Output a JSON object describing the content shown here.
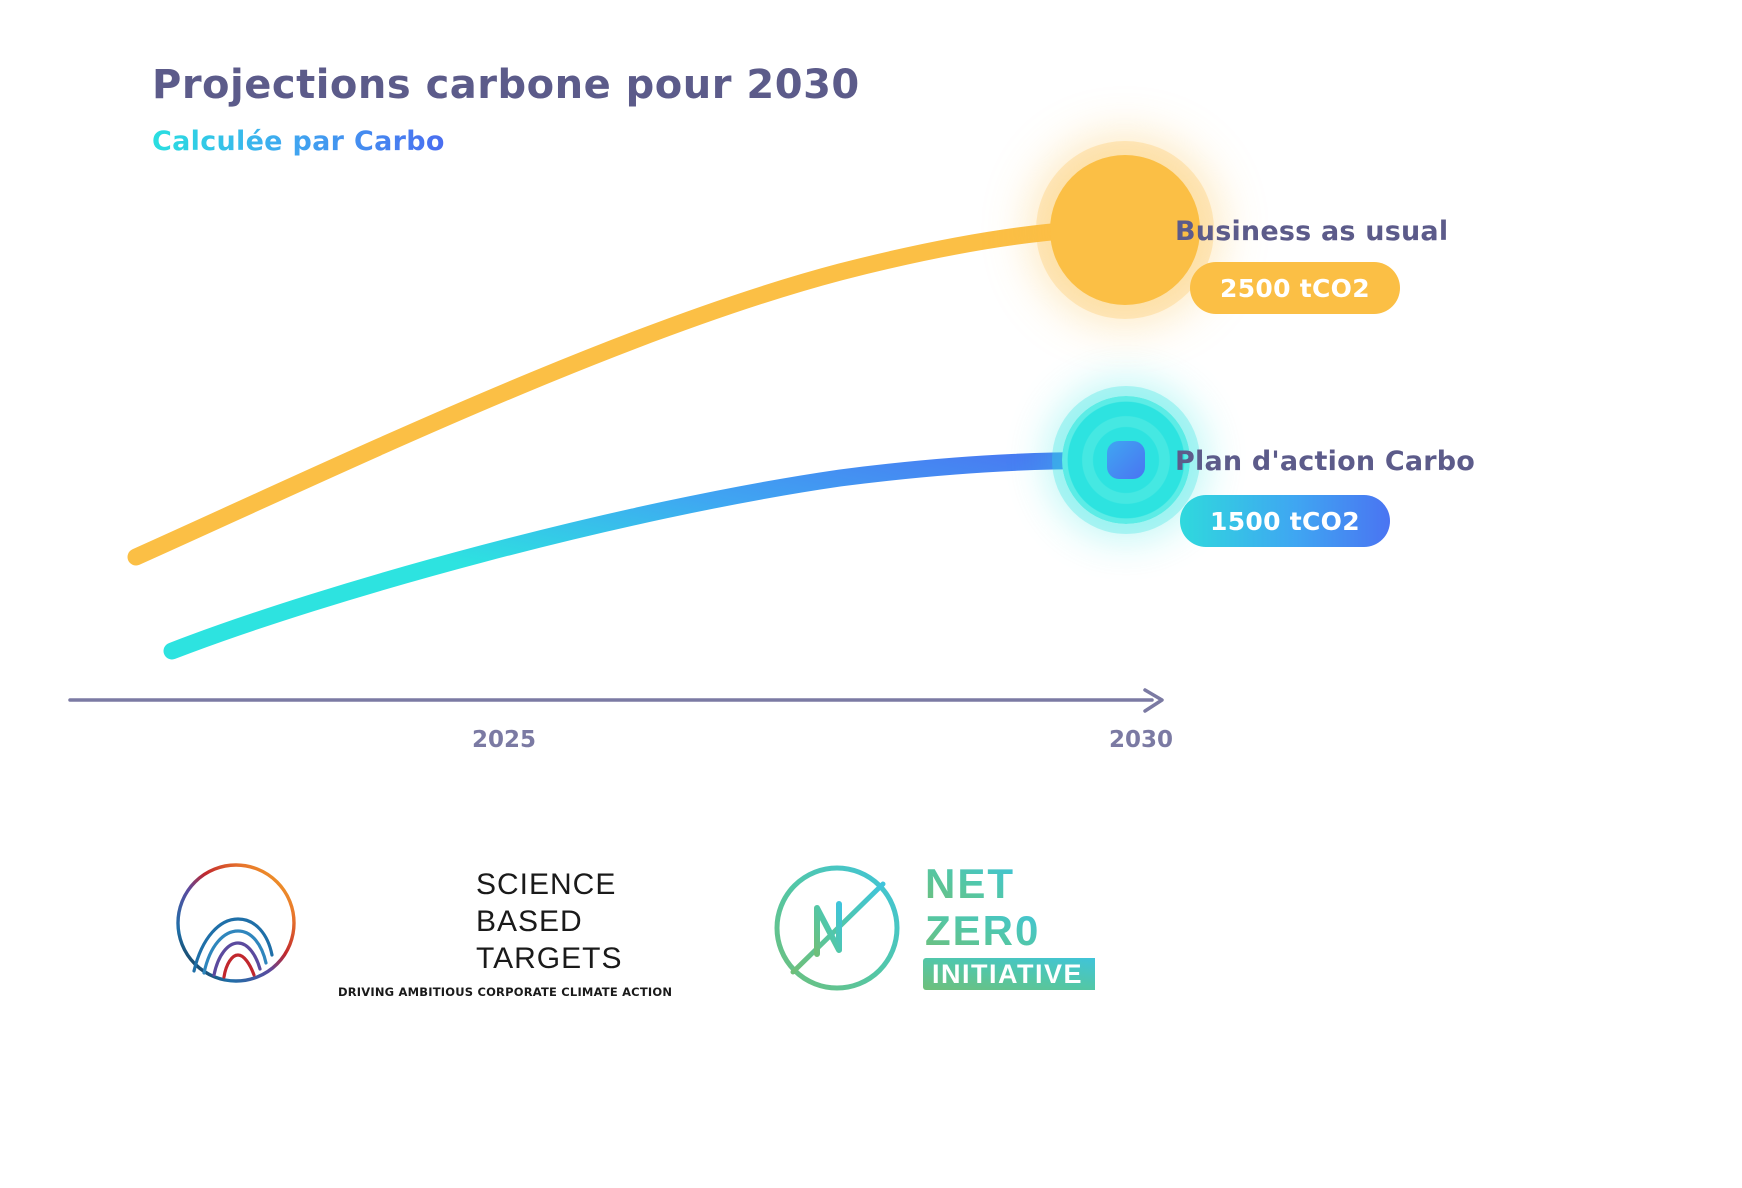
{
  "header": {
    "title": "Projections carbone pour 2030",
    "subtitle": "Calculée par Carbo"
  },
  "series_labels": {
    "business_as_usual": "Business as usual",
    "plan_action": "Plan d'action Carbo"
  },
  "badges": {
    "business_as_usual_value": "2500 tCO2",
    "plan_action_value": "1500 tCO2"
  },
  "axis": {
    "ticks": [
      "2025",
      "2030"
    ]
  },
  "colors": {
    "title": "#5c5b8a",
    "yellow": "#fbbf45",
    "cyan": "#2de3e0",
    "blue": "#4a74f2",
    "axis": "#7b7aa3"
  },
  "logos": {
    "sbt": {
      "line1": "SCIENCE",
      "line2": "BASED",
      "line3": "TARGETS",
      "tagline": "DRIVING AMBITIOUS CORPORATE CLIMATE ACTION"
    },
    "nzi": {
      "line1": "NET",
      "line2": "ZER0",
      "line3": "INITIATIVE"
    }
  },
  "chart_data": {
    "type": "line",
    "title": "Projections carbone pour 2030",
    "subtitle": "Calculée par Carbo",
    "xlabel": "",
    "ylabel": "",
    "x": [
      "2022",
      "2025",
      "2030"
    ],
    "xticks": [
      "2025",
      "2030"
    ],
    "xlim": [
      "2021",
      "2031"
    ],
    "ylim": [
      0,
      2800
    ],
    "grid": false,
    "legend": "right-inline",
    "series": [
      {
        "name": "Business as usual",
        "color": "#fbbf45",
        "endpoint_label": "2500 tCO2",
        "values": [
          900,
          1750,
          2500
        ]
      },
      {
        "name": "Plan d'action Carbo",
        "color": "#2de3e0",
        "endpoint_label": "1500 tCO2",
        "values": [
          350,
          950,
          1500
        ]
      }
    ],
    "annotations": [
      {
        "text": "2500 tCO2",
        "x": "2030",
        "series": "Business as usual"
      },
      {
        "text": "1500 tCO2",
        "x": "2030",
        "series": "Plan d'action Carbo"
      }
    ]
  }
}
